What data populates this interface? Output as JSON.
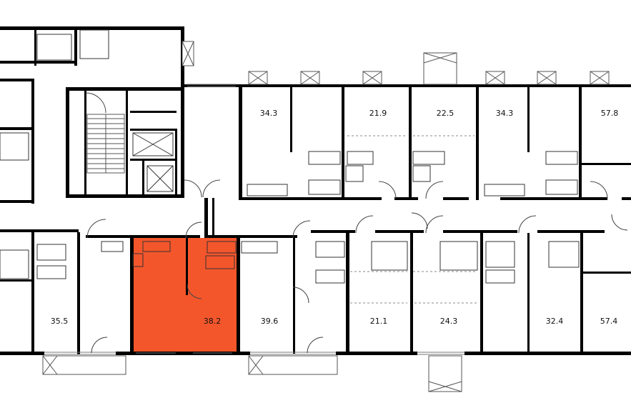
{
  "plan": {
    "highlight_color": "#f4562b",
    "wall_color": "#000000",
    "apartments": [
      {
        "id": "a-34-3-top",
        "area": "34.3"
      },
      {
        "id": "a-21-9-top",
        "area": "21.9"
      },
      {
        "id": "a-22-5-top",
        "area": "22.5"
      },
      {
        "id": "a-34-3-top2",
        "area": "34.3"
      },
      {
        "id": "a-57-8-top",
        "area": "57.8"
      },
      {
        "id": "a-35-5-bot",
        "area": "35.5"
      },
      {
        "id": "a-38-2-bot",
        "area": "38.2",
        "selected": true
      },
      {
        "id": "a-39-6-bot",
        "area": "39.6"
      },
      {
        "id": "a-21-1-bot",
        "area": "21.1"
      },
      {
        "id": "a-24-3-bot",
        "area": "24.3"
      },
      {
        "id": "a-32-4-bot",
        "area": "32.4"
      },
      {
        "id": "a-57-4-bot",
        "area": "57.4"
      }
    ]
  }
}
